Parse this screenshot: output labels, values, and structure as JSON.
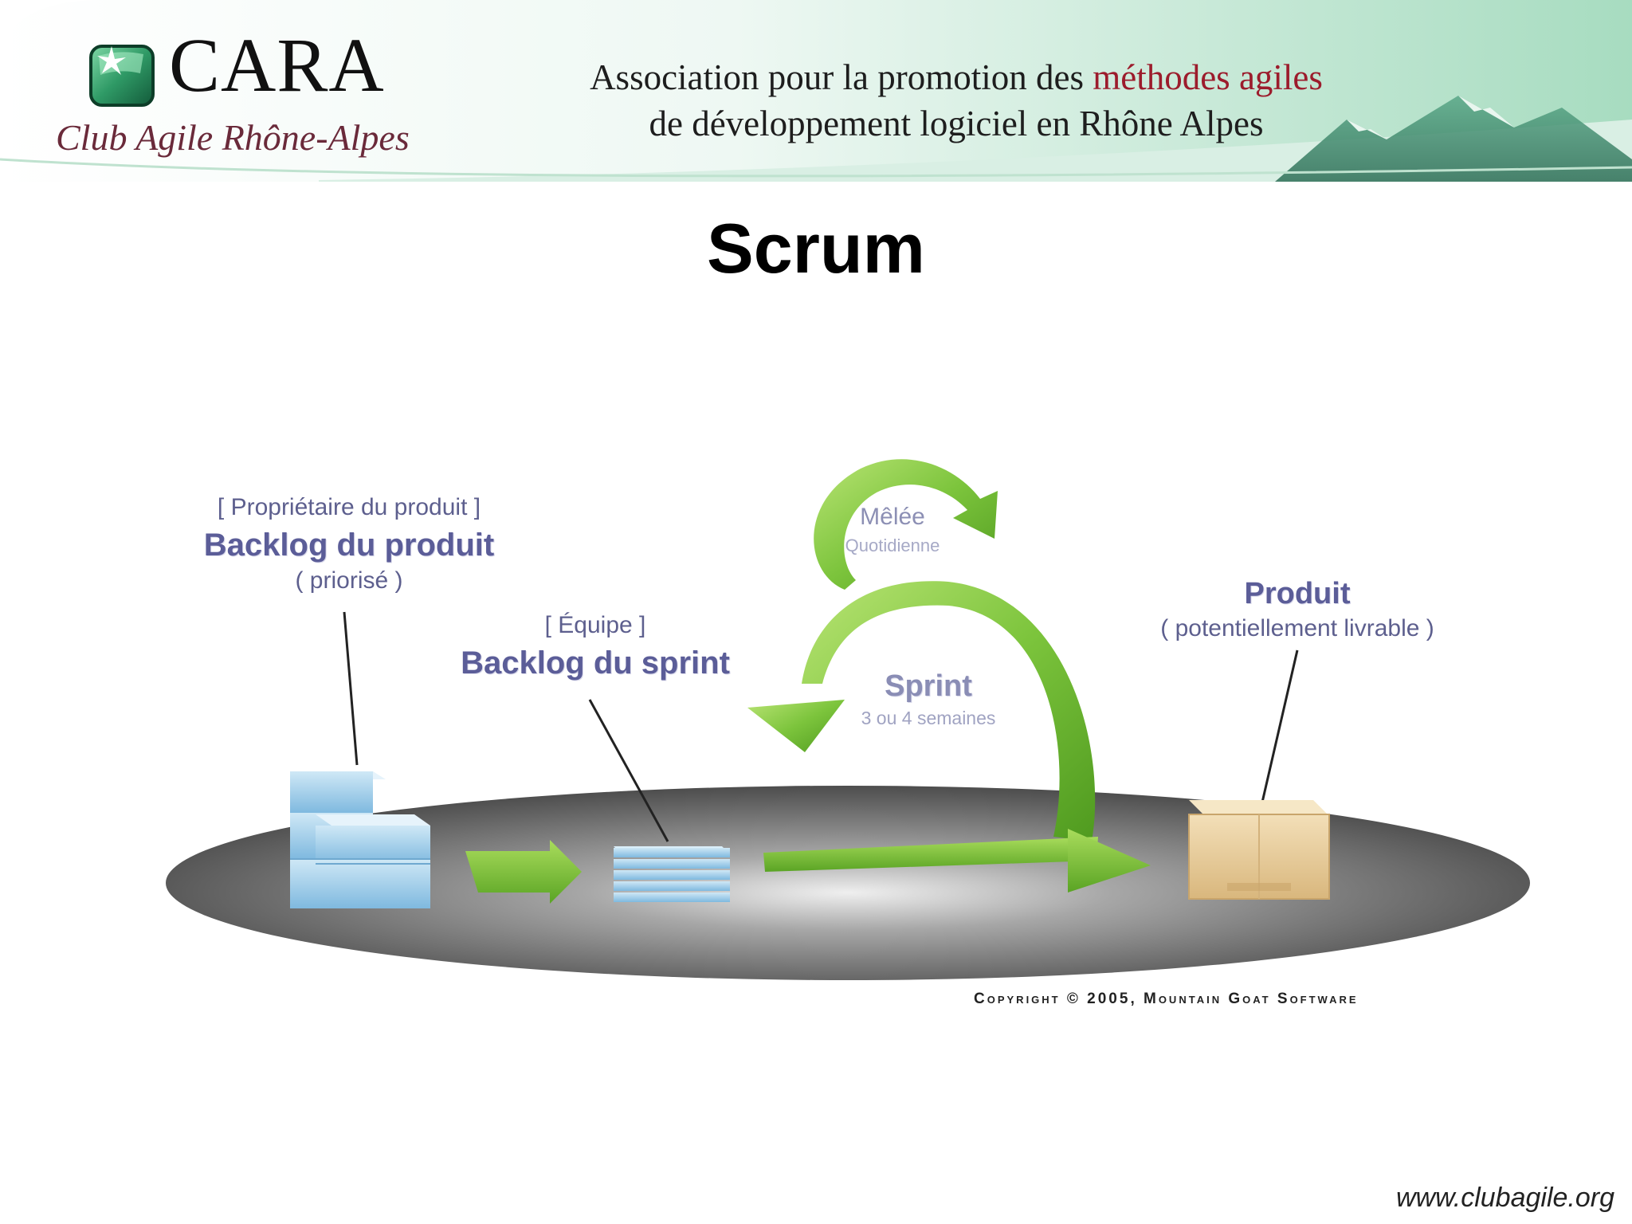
{
  "header": {
    "logo_title": "CARA",
    "logo_subtitle": "Club Agile Rhône-Alpes",
    "tagline_part1": "Association pour la promotion des ",
    "tagline_highlight": "méthodes agiles",
    "tagline_line2": "de développement logiciel en Rhône Alpes"
  },
  "slide": {
    "title": "Scrum"
  },
  "diagram": {
    "product_owner_role": "[ Propriétaire du produit ]",
    "product_backlog_label": "Backlog du produit",
    "product_backlog_note": "( priorisé )",
    "team_role": "[ Équipe ]",
    "sprint_backlog_label": "Backlog du sprint",
    "daily_scrum_label": "Mêlée",
    "daily_scrum_note": "Quotidienne",
    "sprint_label": "Sprint",
    "sprint_duration": "3 ou 4 semaines",
    "product_label": "Produit",
    "product_note": "( potentiellement livrable )",
    "copyright": "Copyright © 2005, Mountain Goat Software"
  },
  "footer": {
    "website": "www.clubagile.org"
  },
  "colors": {
    "banner_green": "#8fd0b0",
    "arrow_green": "#7cc43c",
    "backlog_blue": "#8fc6e6",
    "box_tan": "#e6c995",
    "label_purple": "#5b5d98",
    "highlight_red": "#9c1c2c"
  }
}
